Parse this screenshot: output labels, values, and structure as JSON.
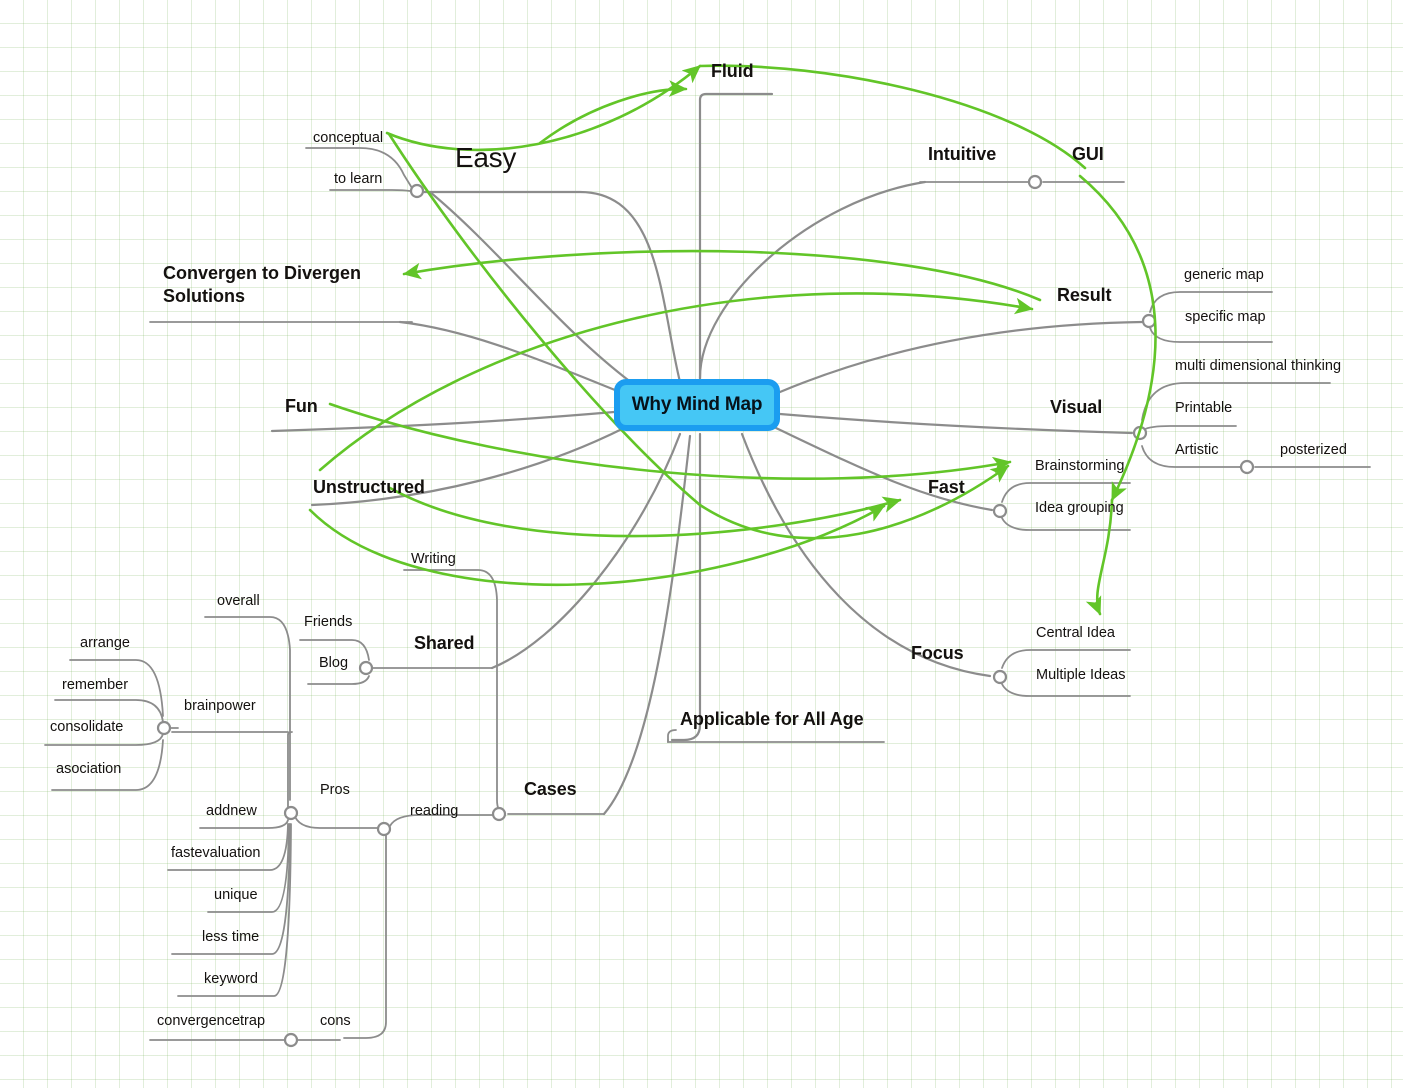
{
  "canvas": {
    "title": "Why Mind Map",
    "grid_color": "#78b45a",
    "background": "#ffffff",
    "branch_color": "#8c8c8c",
    "crosslink_color": "#62c528",
    "root_fill": "#45c7f5",
    "root_border": "#1b9df0"
  },
  "root": {
    "label": "Why Mind Map"
  },
  "branches": [
    {
      "label": "Fluid",
      "level": "main"
    },
    {
      "label": "Easy",
      "level": "big",
      "children": [
        {
          "label": "conceptual"
        },
        {
          "label": "to learn"
        }
      ]
    },
    {
      "label": "Intuitive",
      "level": "main"
    },
    {
      "label": "GUI",
      "level": "main"
    },
    {
      "label": "Convergen to Divergen Solutions",
      "level": "main-twoline"
    },
    {
      "label": "Result",
      "level": "main",
      "children": [
        {
          "label": "generic map"
        },
        {
          "label": "specific map"
        }
      ]
    },
    {
      "label": "Fun",
      "level": "main"
    },
    {
      "label": "Visual",
      "level": "main",
      "children": [
        {
          "label": "multi dimensional thinking"
        },
        {
          "label": "Printable"
        },
        {
          "label": "Artistic",
          "children": [
            {
              "label": "posterized"
            }
          ]
        }
      ]
    },
    {
      "label": "Unstructured",
      "level": "main"
    },
    {
      "label": "Fast",
      "level": "main",
      "children": [
        {
          "label": "Brainstorming"
        },
        {
          "label": "Idea grouping"
        }
      ]
    },
    {
      "label": "Focus",
      "level": "main",
      "children": [
        {
          "label": "Central Idea"
        },
        {
          "label": "Multiple Ideas"
        }
      ]
    },
    {
      "label": "Applicable for All Age",
      "level": "main"
    },
    {
      "label": "Shared",
      "level": "main",
      "children": [
        {
          "label": "Friends"
        },
        {
          "label": "Blog"
        }
      ]
    },
    {
      "label": "Cases",
      "level": "main",
      "children": [
        {
          "label": "Writing"
        },
        {
          "label": "reading",
          "children": [
            {
              "label": "Pros",
              "children": [
                {
                  "label": "overall"
                },
                {
                  "label": "brainpower",
                  "children": [
                    {
                      "label": "arrange"
                    },
                    {
                      "label": "remember"
                    },
                    {
                      "label": "consolidate"
                    },
                    {
                      "label": "asociation"
                    }
                  ]
                },
                {
                  "label": "addnew"
                },
                {
                  "label": "fastevaluation"
                },
                {
                  "label": "unique"
                },
                {
                  "label": "less time"
                },
                {
                  "label": "keyword"
                }
              ]
            },
            {
              "label": "cons",
              "children": [
                {
                  "label": "convergencetrap"
                }
              ]
            }
          ]
        }
      ]
    }
  ],
  "labels": {
    "fluid": "Fluid",
    "easy": "Easy",
    "conceptual": "conceptual",
    "to_learn": "to learn",
    "intuitive": "Intuitive",
    "gui": "GUI",
    "convergen": "Convergen to Divergen Solutions",
    "result": "Result",
    "generic_map": "generic map",
    "specific_map": "specific map",
    "fun": "Fun",
    "visual": "Visual",
    "multi_dim": "multi dimensional thinking",
    "printable": "Printable",
    "artistic": "Artistic",
    "posterized": "posterized",
    "unstructured": "Unstructured",
    "fast": "Fast",
    "brainstorming": "Brainstorming",
    "idea_grouping": "Idea grouping",
    "focus": "Focus",
    "central_idea": "Central Idea",
    "multiple_ideas": "Multiple Ideas",
    "applicable": "Applicable for All Age",
    "shared": "Shared",
    "friends": "Friends",
    "blog": "Blog",
    "cases": "Cases",
    "writing": "Writing",
    "reading": "reading",
    "pros": "Pros",
    "cons": "cons",
    "overall": "overall",
    "brainpower": "brainpower",
    "arrange": "arrange",
    "remember": "remember",
    "consolidate": "consolidate",
    "asociation": "asociation",
    "addnew": "addnew",
    "fastevaluation": "fastevaluation",
    "unique": "unique",
    "less_time": "less time",
    "keyword": "keyword",
    "convergencetrap": "convergencetrap"
  }
}
